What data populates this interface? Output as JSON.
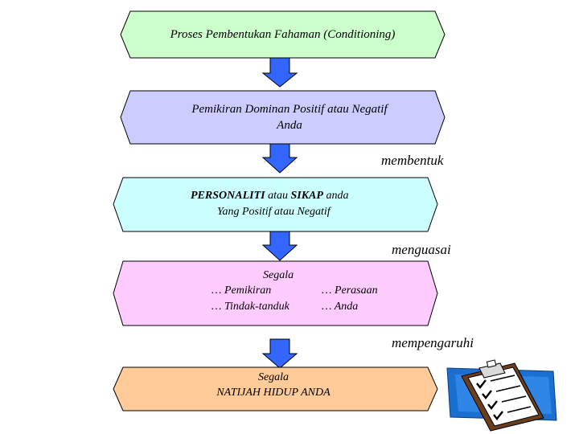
{
  "colors": {
    "box1": "#ccffcc",
    "box2": "#ccccff",
    "box3": "#ccffff",
    "box4": "#ffccff",
    "box5": "#ffcc99",
    "arrow": "#3366ff",
    "outline": "#000000"
  },
  "steps": {
    "step1": {
      "text": "Proses Pembentukan Fahaman (Conditioning)"
    },
    "step2": {
      "line1": "Pemikiran Dominan Positif atau Negatif",
      "line2": "Anda"
    },
    "step3": {
      "bold1": "PERSONALITI",
      "mid1": " atau ",
      "bold2": "SIKAP",
      "tail1": " anda",
      "line2": "Yang Positif atau Negatif"
    },
    "step4": {
      "title": "Segala",
      "item1": "… Pemikiran",
      "item2": "… Perasaan",
      "item3": "… Tindak-tanduk",
      "item4": "… Anda"
    },
    "step5": {
      "line1": "Segala",
      "line2": "NATIJAH HIDUP ANDA"
    }
  },
  "connectors": {
    "c2": "membentuk",
    "c3": "menguasai",
    "c4": "mempengaruhi"
  },
  "clipart": {
    "icon": "clipboard-checklist-icon"
  }
}
